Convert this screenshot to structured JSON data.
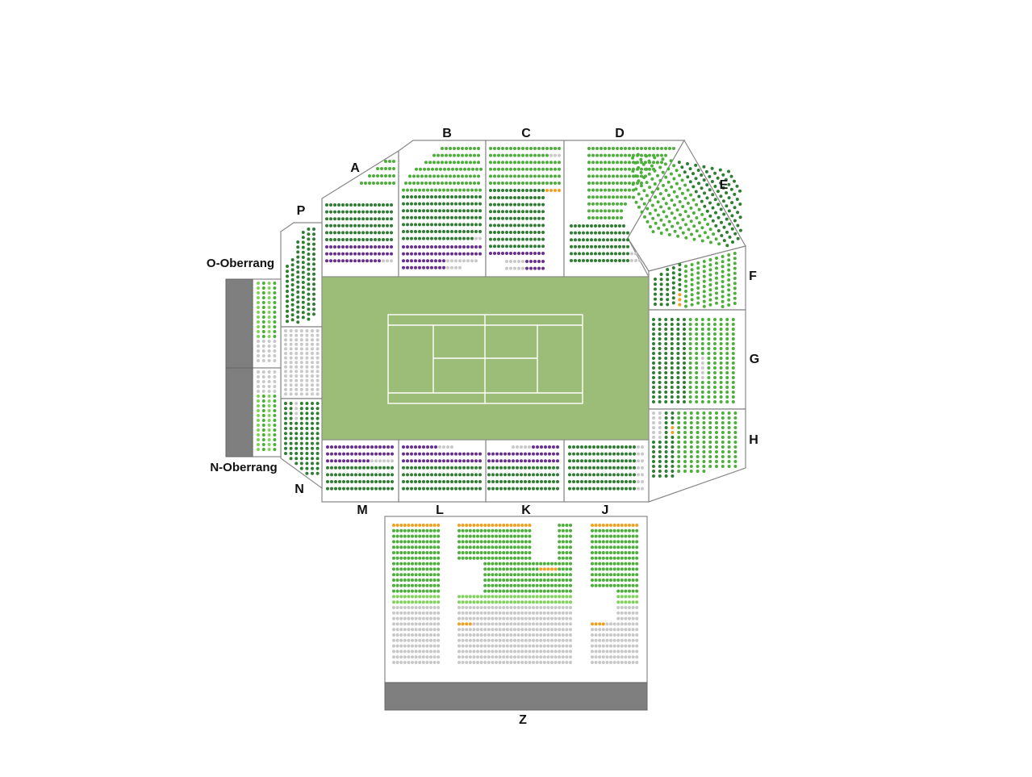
{
  "colors": {
    "court": "#9bbd78",
    "court_lines": "#ffffff",
    "dark_green": "#2e7d32",
    "mid_green": "#4caf3a",
    "light_green": "#7fd35a",
    "purple": "#6a2c91",
    "orange": "#f0a020",
    "gray": "#c8c8c8",
    "block": "#7f7f7f"
  },
  "sections": {
    "A": "A",
    "B": "B",
    "C": "C",
    "D": "D",
    "E": "E",
    "F": "F",
    "G": "G",
    "H": "H",
    "J": "J",
    "K": "K",
    "L": "L",
    "M": "M",
    "N": "N",
    "P": "P",
    "O": "O-Oberrang",
    "NO": "N-Oberrang",
    "Z": "Z"
  }
}
